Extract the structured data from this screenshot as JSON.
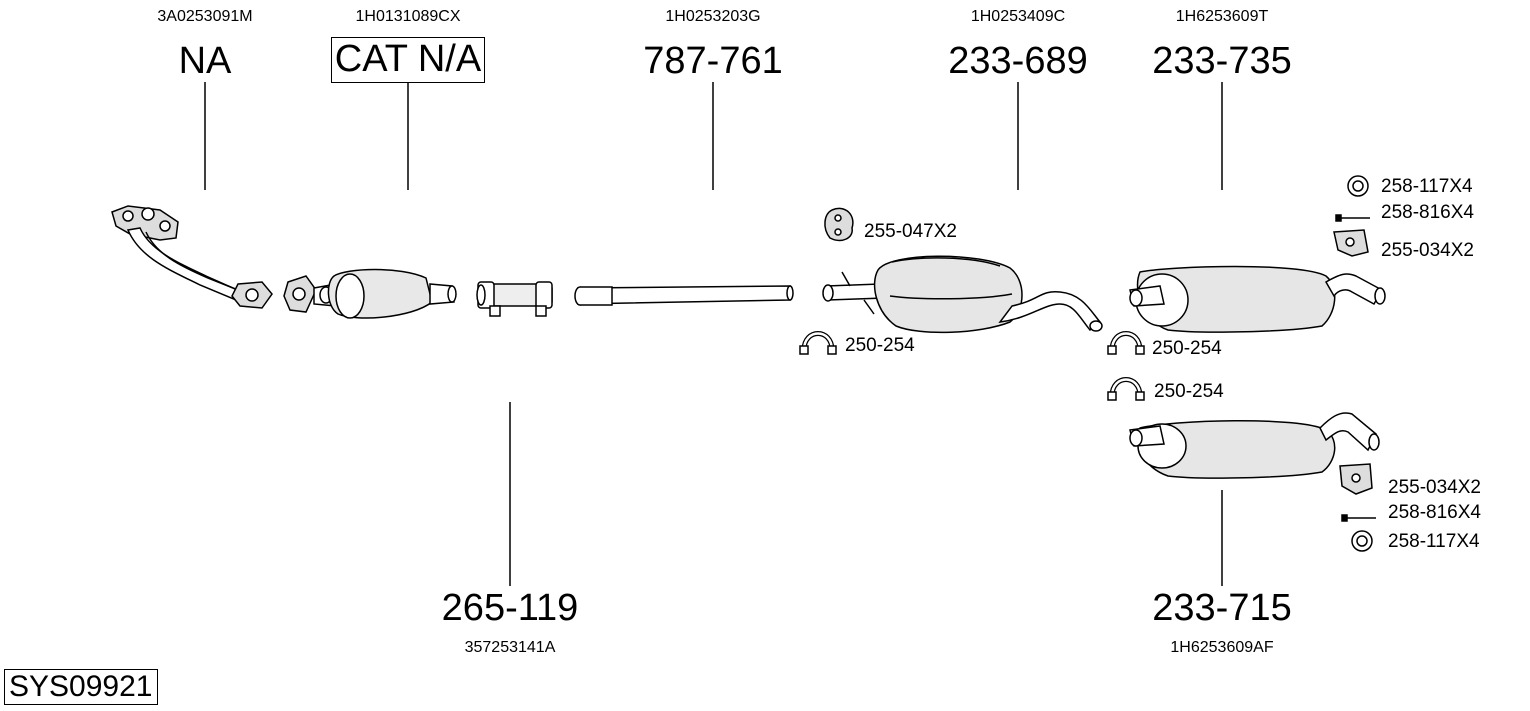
{
  "oem_numbers": {
    "manifold": "3A0253091M",
    "catalyst": "1H0131089CX",
    "front_pipe": "1H0253203G",
    "center_silencer": "1H0253409C",
    "rear_silencer_a": "1H6253609T",
    "clamp_joint": "357253141A",
    "rear_silencer_b": "1H6253609AF"
  },
  "part_numbers": {
    "manifold": "NA",
    "catalyst": "CAT N/A",
    "front_pipe": "787-761",
    "center_silencer": "233-689",
    "rear_silencer_a": "233-735",
    "clamp_joint": "265-119",
    "rear_silencer_b": "233-715"
  },
  "fittings": {
    "rubber_mount_center": "255-047X2",
    "clamp_center": "250-254",
    "clamp_rear_a": "250-254",
    "clamp_rear_b": "250-254",
    "ring_rear_a": "258-117X4",
    "bolt_rear_a": "258-816X4",
    "bracket_rear_a": "255-034X2",
    "bracket_rear_b": "255-034X2",
    "bolt_rear_b": "258-816X4",
    "ring_rear_b": "258-117X4"
  },
  "system_code": "SYS09921"
}
